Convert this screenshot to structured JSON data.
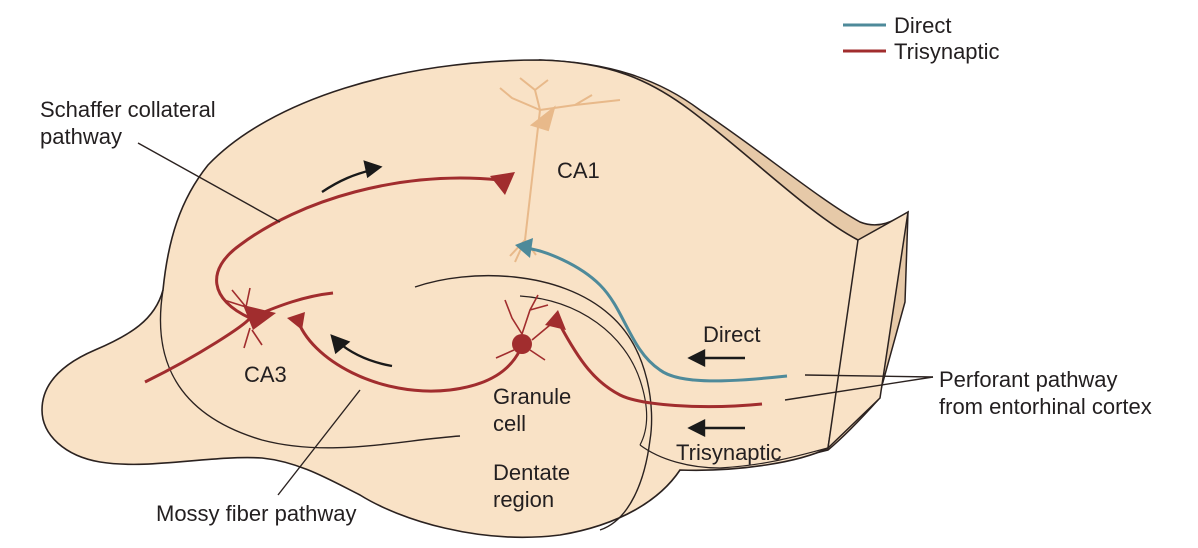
{
  "legend": [
    {
      "label": "Direct",
      "color": "#4e8a9a"
    },
    {
      "label": "Trisynaptic",
      "color": "#a12d2e"
    }
  ],
  "labels": {
    "schaffer_line1": "Schaffer collateral",
    "schaffer_line2": "pathway",
    "ca1": "CA1",
    "ca3": "CA3",
    "granule_line1": "Granule",
    "granule_line2": "cell",
    "dentate_line1": "Dentate",
    "dentate_line2": "region",
    "mossy": "Mossy fiber pathway",
    "direct": "Direct",
    "trisynaptic": "Trisynaptic",
    "perforant_line1": "Perforant pathway",
    "perforant_line2": "from entorhinal cortex"
  },
  "colors": {
    "tissue": "#f9e2c6",
    "tissue_side": "#e6c9a8",
    "outline": "#2b2220",
    "trisynaptic": "#a12d2e",
    "direct": "#4e8a9a",
    "ca1_neuron": "#e8b98a",
    "arrow": "#1a1a1a"
  }
}
